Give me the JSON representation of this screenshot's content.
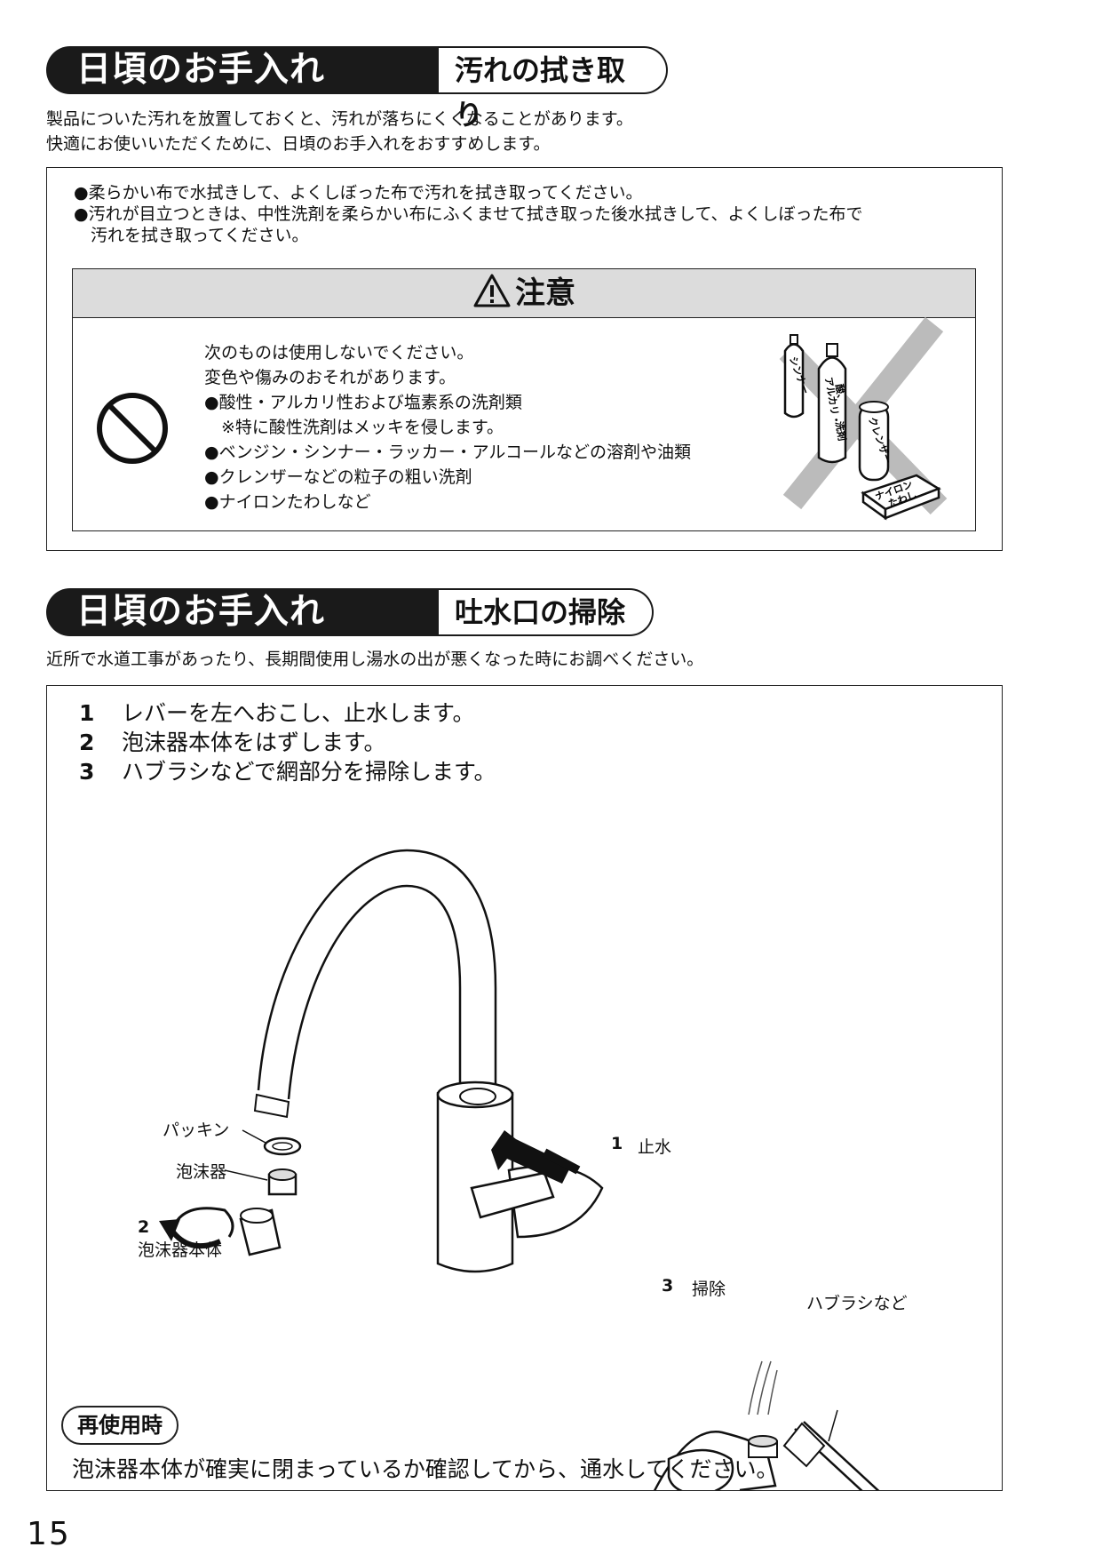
{
  "section1": {
    "title_main": "日頃のお手入れ",
    "title_sub": "汚れの拭き取り",
    "intro": [
      "製品についた汚れを放置しておくと、汚れが落ちにくくなることがあります。",
      "快適にお使いいただくために、日頃のお手入れをおすすめします。"
    ],
    "bullets": [
      "●柔らかい布で水拭きして、よくしぼった布で汚れを拭き取ってください。",
      "●汚れが目立つときは、中性洗剤を柔らかい布にふくませて拭き取った後水拭きして、よくしぼった布で",
      "　汚れを拭き取ってください。"
    ],
    "caution": {
      "title": "注意",
      "lines": [
        "次のものは使用しないでください。",
        "変色や傷みのおそれがあります。",
        "●酸性・アルカリ性および塩素系の洗剤類",
        "　※特に酸性洗剤はメッキを侵します。",
        "●ベンジン・シンナー・ラッカー・アルコールなどの溶剤や油類",
        "●クレンザーなどの粒子の粗い洗剤",
        "●ナイロンたわしなど"
      ],
      "product_labels": {
        "thinner": "シンナー",
        "alkali": "アルカリ・",
        "acid": "酸、",
        "detergent": "洗剤",
        "cleanser": "クレンザー",
        "nylon1": "ナイロン",
        "nylon2": "たわし"
      }
    }
  },
  "section2": {
    "title_main": "日頃のお手入れ",
    "title_sub": "吐水口の掃除",
    "intro": "近所で水道工事があったり、長期間使用し湯水の出が悪くなった時にお調べください。",
    "steps": [
      {
        "num": "1",
        "text": "レバーを左へおこし、止水します。"
      },
      {
        "num": "2",
        "text": "泡沫器本体をはずします。"
      },
      {
        "num": "3",
        "text": "ハブラシなどで網部分を掃除します。"
      }
    ],
    "labels": {
      "packing": "パッキン",
      "aerator": "泡沫器",
      "step2_num": "2",
      "step2_text": "泡沫器本体",
      "step1_num": "1",
      "step1_text": "止水",
      "step3_num": "3",
      "step3_text": "掃除",
      "toothbrush": "ハブラシなど"
    },
    "reuse_tag": "再使用時",
    "reuse_text": "泡沫器本体が確実に閉まっているか確認してから、通水してください。"
  },
  "page_number": "15"
}
